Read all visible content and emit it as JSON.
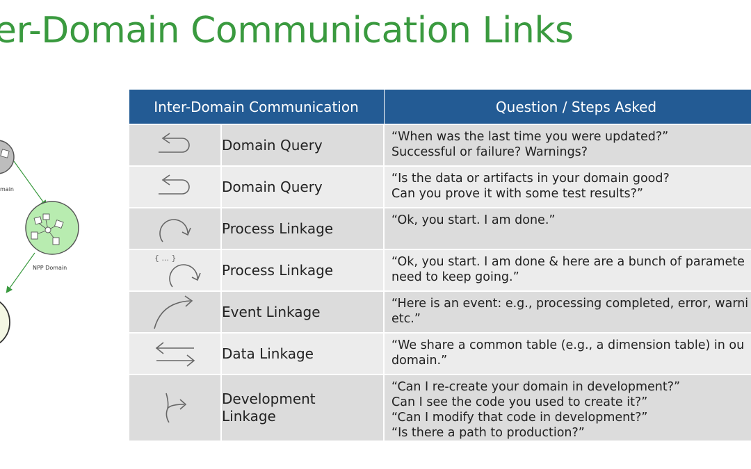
{
  "title": "er-Domain Communication Links",
  "diagram": {
    "labels": [
      "main",
      "NPP Domain"
    ]
  },
  "table": {
    "headers": [
      "Inter-Domain Communication",
      "Question / Steps Asked"
    ],
    "rows": [
      {
        "icon": "return-arrow-icon",
        "name": "Domain Query",
        "lines": [
          "“When was the last time you were updated?”",
          "Successful or failure? Warnings?"
        ]
      },
      {
        "icon": "return-arrow-icon",
        "name": "Domain Query",
        "lines": [
          "“Is the data or artifacts in your domain good?",
          "Can you prove it with some test results?”"
        ]
      },
      {
        "icon": "clockwise-arc-arrow-icon",
        "name": "Process Linkage",
        "lines": [
          "“Ok, you start. I am done.”"
        ]
      },
      {
        "icon": "clockwise-arc-arrow-with-params-icon",
        "braces": "{ ... }",
        "name": "Process Linkage",
        "lines": [
          "“Ok, you start. I am done & here are a bunch of paramete",
          "need to keep going.”"
        ]
      },
      {
        "icon": "curved-up-arrow-icon",
        "name": "Event Linkage",
        "lines": [
          "“Here is an event: e.g., processing completed, error, warni",
          "etc.”"
        ]
      },
      {
        "icon": "bidirectional-arrows-icon",
        "name": "Data Linkage",
        "lines": [
          "“We share a common table (e.g., a dimension table) in ou",
          "domain.”"
        ]
      },
      {
        "icon": "fork-arrow-icon",
        "name": "Development Linkage",
        "lines": [
          "“Can I re-create your domain in development?”",
          "Can I see the code you used to create it?”",
          "“Can I modify that code in development?”",
          "“Is there a path to production?”"
        ]
      }
    ]
  }
}
